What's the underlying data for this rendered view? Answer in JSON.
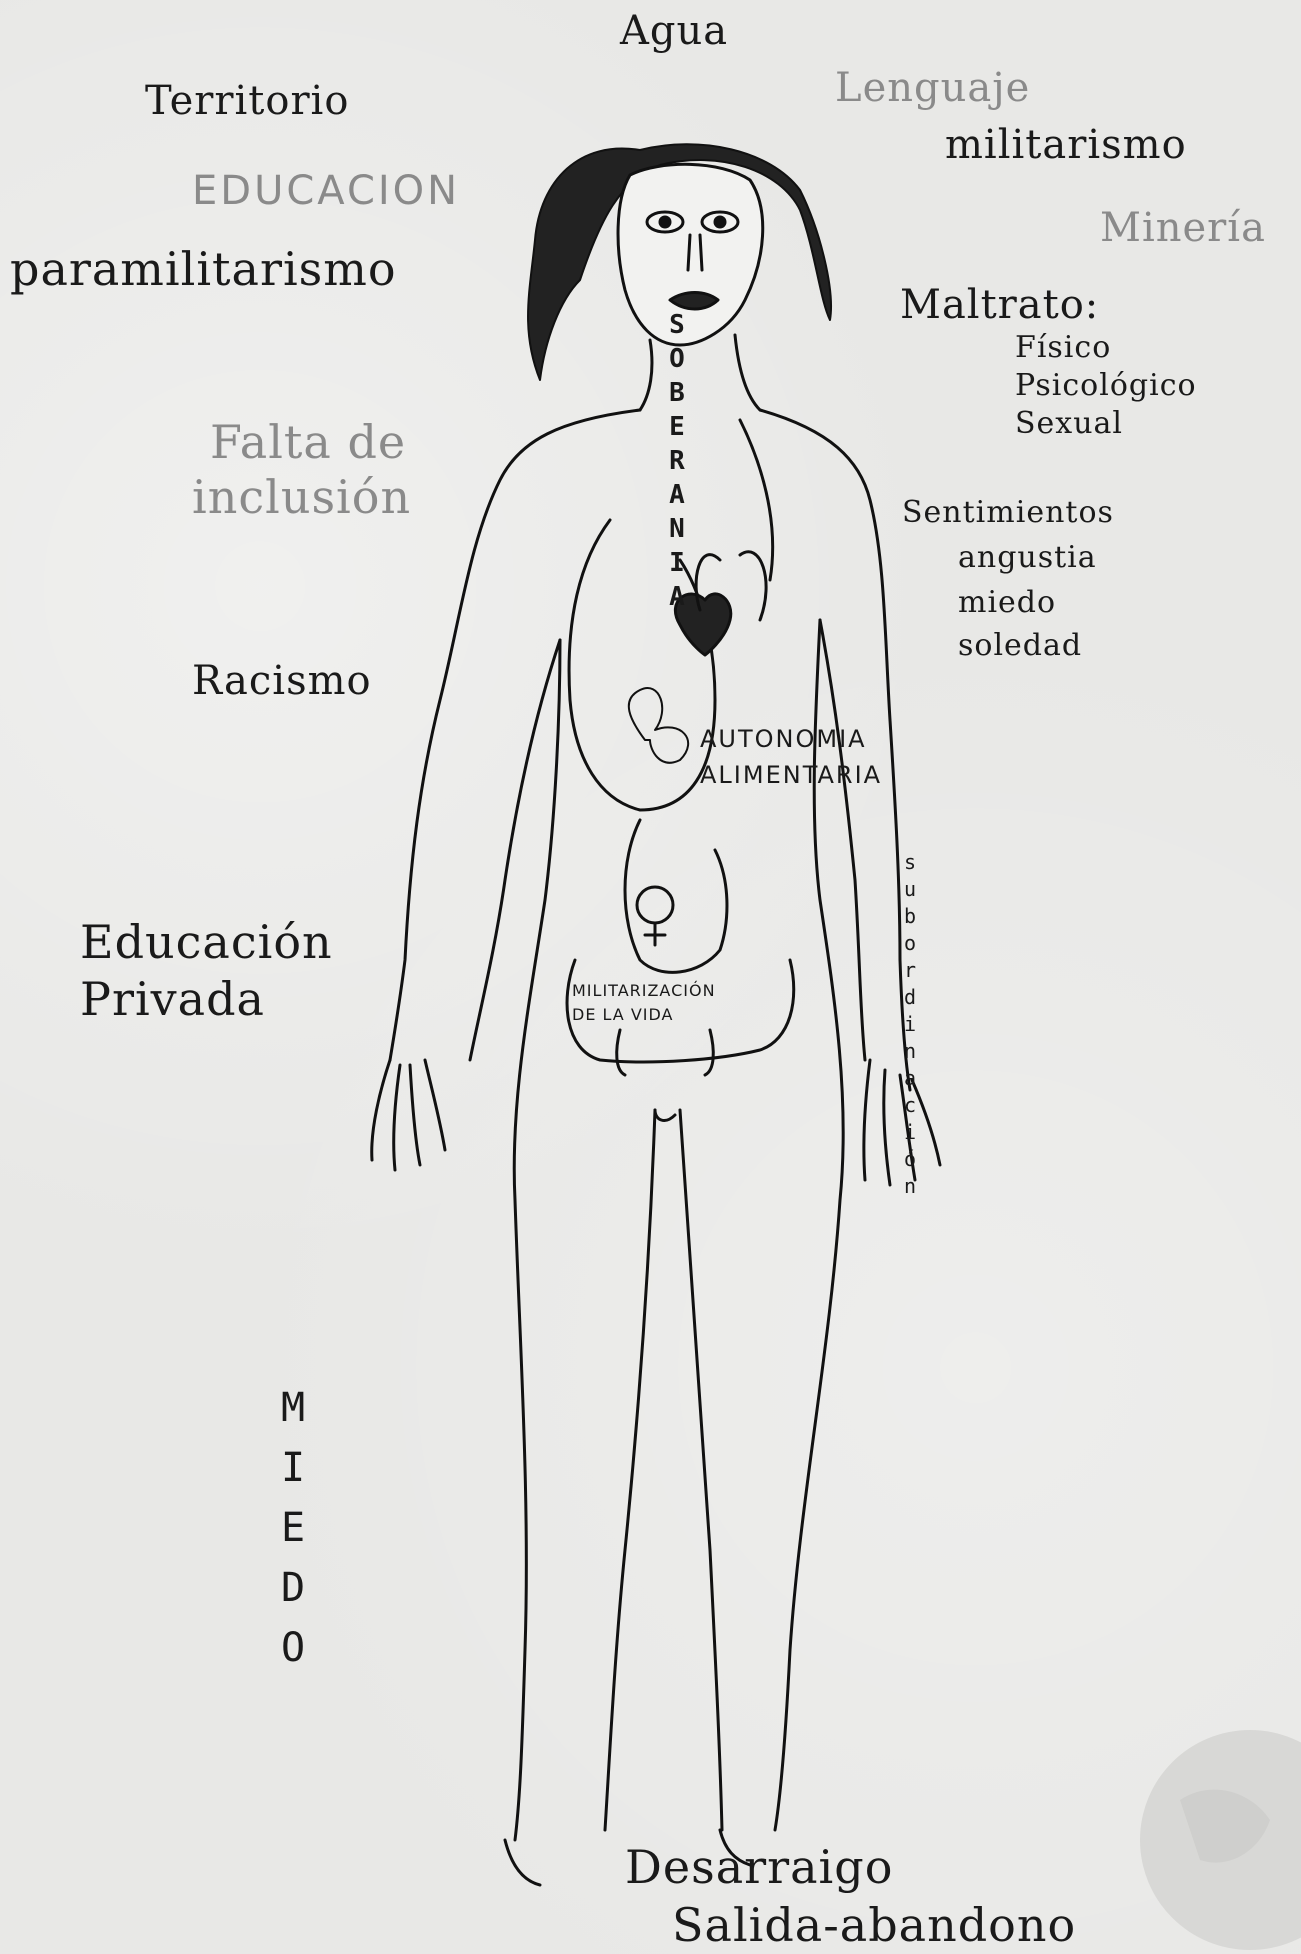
{
  "labels": {
    "agua": "Agua",
    "territorio": "Territorio",
    "lenguaje": "Lenguaje",
    "militarismo": "militarismo",
    "educacion": "EDUCACION",
    "mineria": "Minería",
    "paramilitarismo": "paramilitarismo",
    "maltrato": "Maltrato:",
    "fisico": "Físico",
    "psicologico": "Psicológico",
    "sexual": "Sexual",
    "falta_de": "Falta de",
    "inclusion": "inclusión",
    "sentimientos": "Sentimientos",
    "angustia": "angustia",
    "miedo_small": "miedo",
    "soledad": "soledad",
    "racismo": "Racismo",
    "educacion_privada_1": "Educación",
    "educacion_privada_2": "Privada",
    "miedo_vertical": "MIEDO",
    "desarraigo": "Desarraigo",
    "salida": "Salida-abandono"
  },
  "body_labels": {
    "soberania": "SOBERANIA",
    "autonomia_1": "AUTONOMIA",
    "autonomia_2": "ALIMENTARIA",
    "militarizacion_1": "MILITARIZACIÓN",
    "militarizacion_2": "DE LA VIDA",
    "subordinacion": "subordinación"
  },
  "colors": {
    "ink": "#1a1a1a",
    "gray_ink": "#8a8a8a",
    "paper": "#e8e8e6"
  }
}
